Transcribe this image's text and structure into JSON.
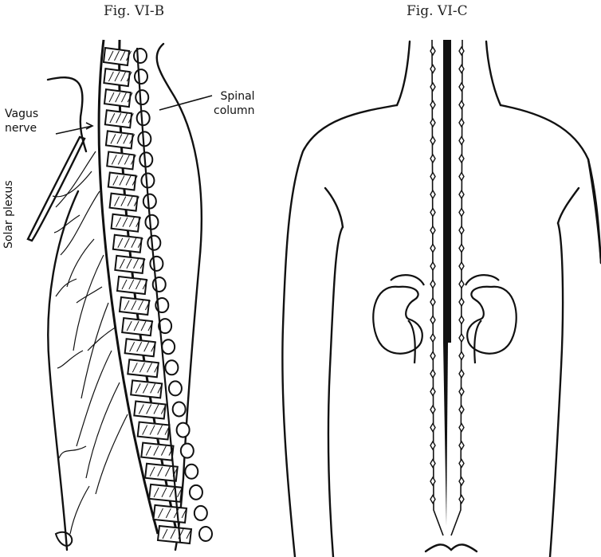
{
  "figures": {
    "left": {
      "title": "Fig. VI-B",
      "labels": {
        "vagus_line1": "Vagus",
        "vagus_line2": "nerve",
        "spinal_line1": "Spinal",
        "spinal_line2": "column",
        "solar": "Solar plexus"
      }
    },
    "right": {
      "title": "Fig. VI-C"
    }
  },
  "colors": {
    "ink": "#111111",
    "background": "#ffffff"
  }
}
